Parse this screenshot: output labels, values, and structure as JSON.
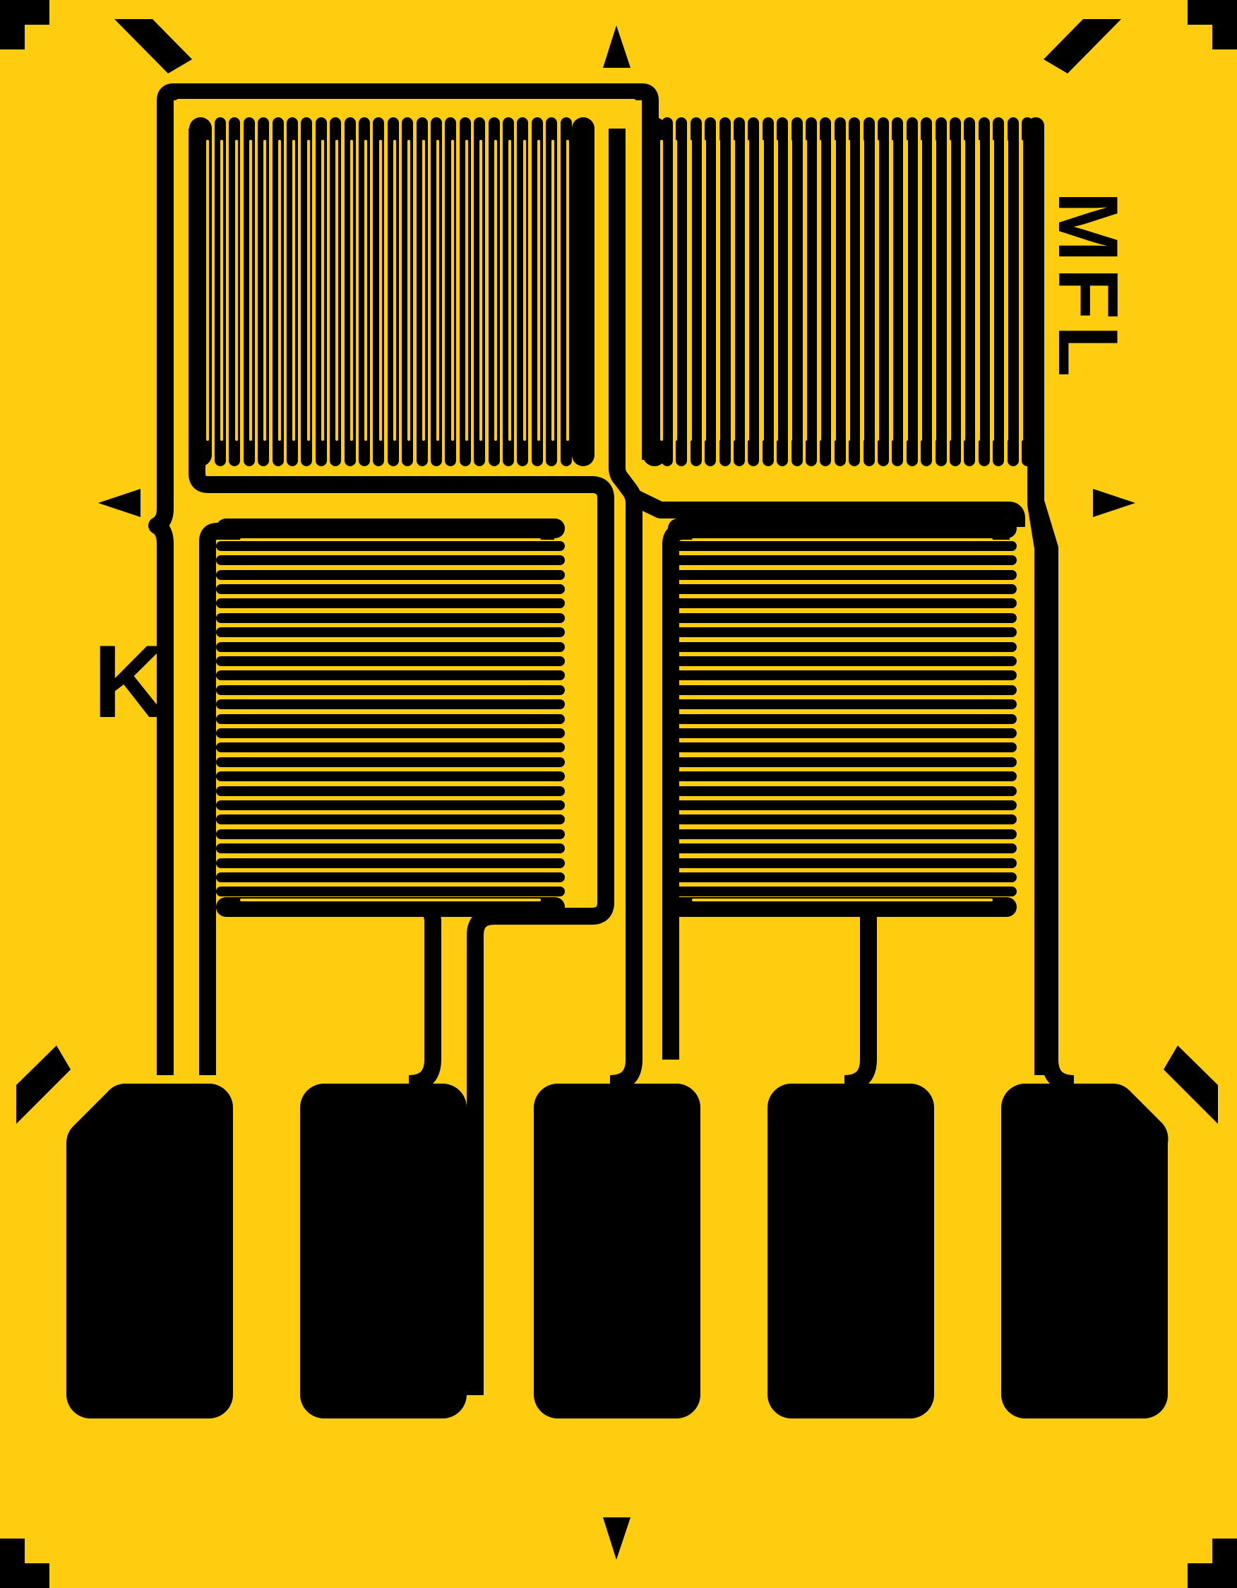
{
  "diagram": {
    "type": "foil strain gauge (two-element, 90° tee rosette / half-bridge pattern)",
    "background_color": "#FFCD0F",
    "foil_color": "#000000",
    "labels": {
      "left_marker": "K",
      "right_marker": "MFL"
    },
    "grids": [
      {
        "id": "top-left",
        "orientation": "vertical",
        "lines": 27
      },
      {
        "id": "top-right",
        "orientation": "vertical",
        "lines": 27
      },
      {
        "id": "bottom-left",
        "orientation": "horizontal",
        "lines": 27
      },
      {
        "id": "bottom-right",
        "orientation": "horizontal",
        "lines": 27
      }
    ],
    "solder_tabs": 5,
    "alignment_marks": {
      "triangles": [
        "top",
        "bottom",
        "left",
        "right"
      ],
      "corner_brackets": [
        "top-left",
        "top-right",
        "bottom-left",
        "bottom-right"
      ],
      "diagonal_bars": [
        "top-left",
        "top-right",
        "bottom-left",
        "bottom-right"
      ]
    }
  }
}
